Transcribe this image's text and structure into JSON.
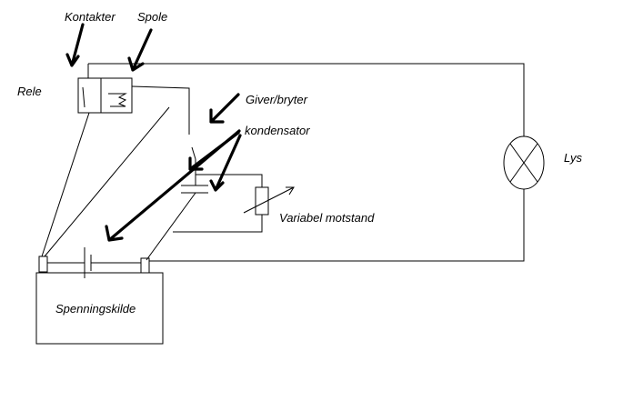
{
  "labels": {
    "kontakter": "Kontakter",
    "spole": "Spole",
    "rele": "Rele",
    "giver": "Giver/bryter",
    "kondensator": "kondensator",
    "variabel_motstand": "Variabel motstand",
    "lys": "Lys",
    "spenningskilde": "Spenningskilde"
  },
  "colors": {
    "line": "#000000",
    "background": "#ffffff"
  }
}
